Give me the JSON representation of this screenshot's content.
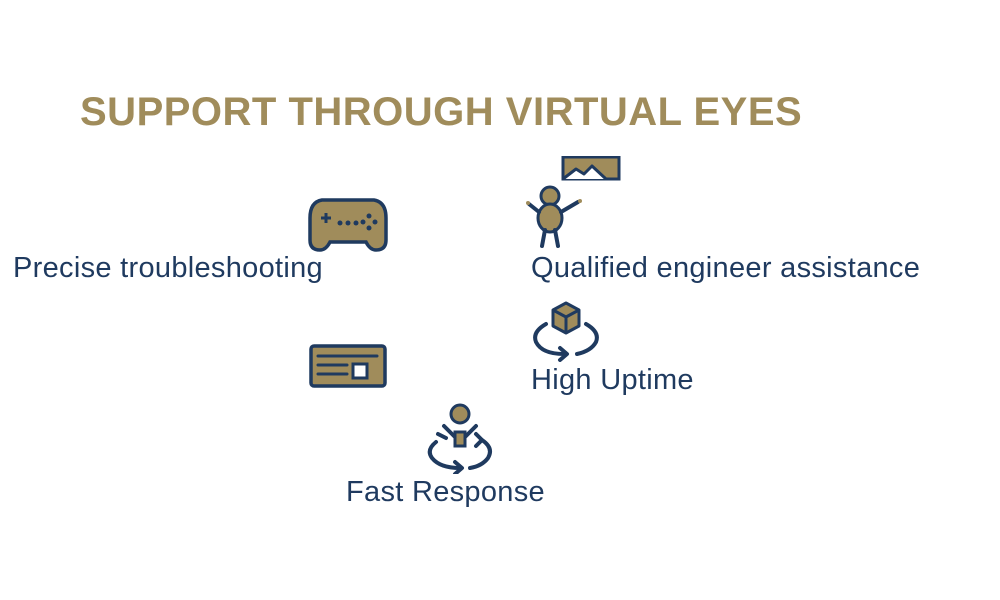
{
  "title": "SUPPORT THROUGH VIRTUAL EYES",
  "features": {
    "troubleshooting": {
      "label": "Precise troubleshooting",
      "icon": "gamepad-icon"
    },
    "engineer": {
      "label": "Qualified engineer assistance",
      "icon": "engineer-presenting-icon"
    },
    "uptime": {
      "label": "High Uptime",
      "icon": "cube-cycle-icon"
    },
    "panel": {
      "icon": "id-card-icon"
    },
    "response": {
      "label": "Fast Response",
      "icon": "person-cycle-icon"
    }
  },
  "colors": {
    "gold": "#a08c5b",
    "navy": "#1f3a5f"
  }
}
